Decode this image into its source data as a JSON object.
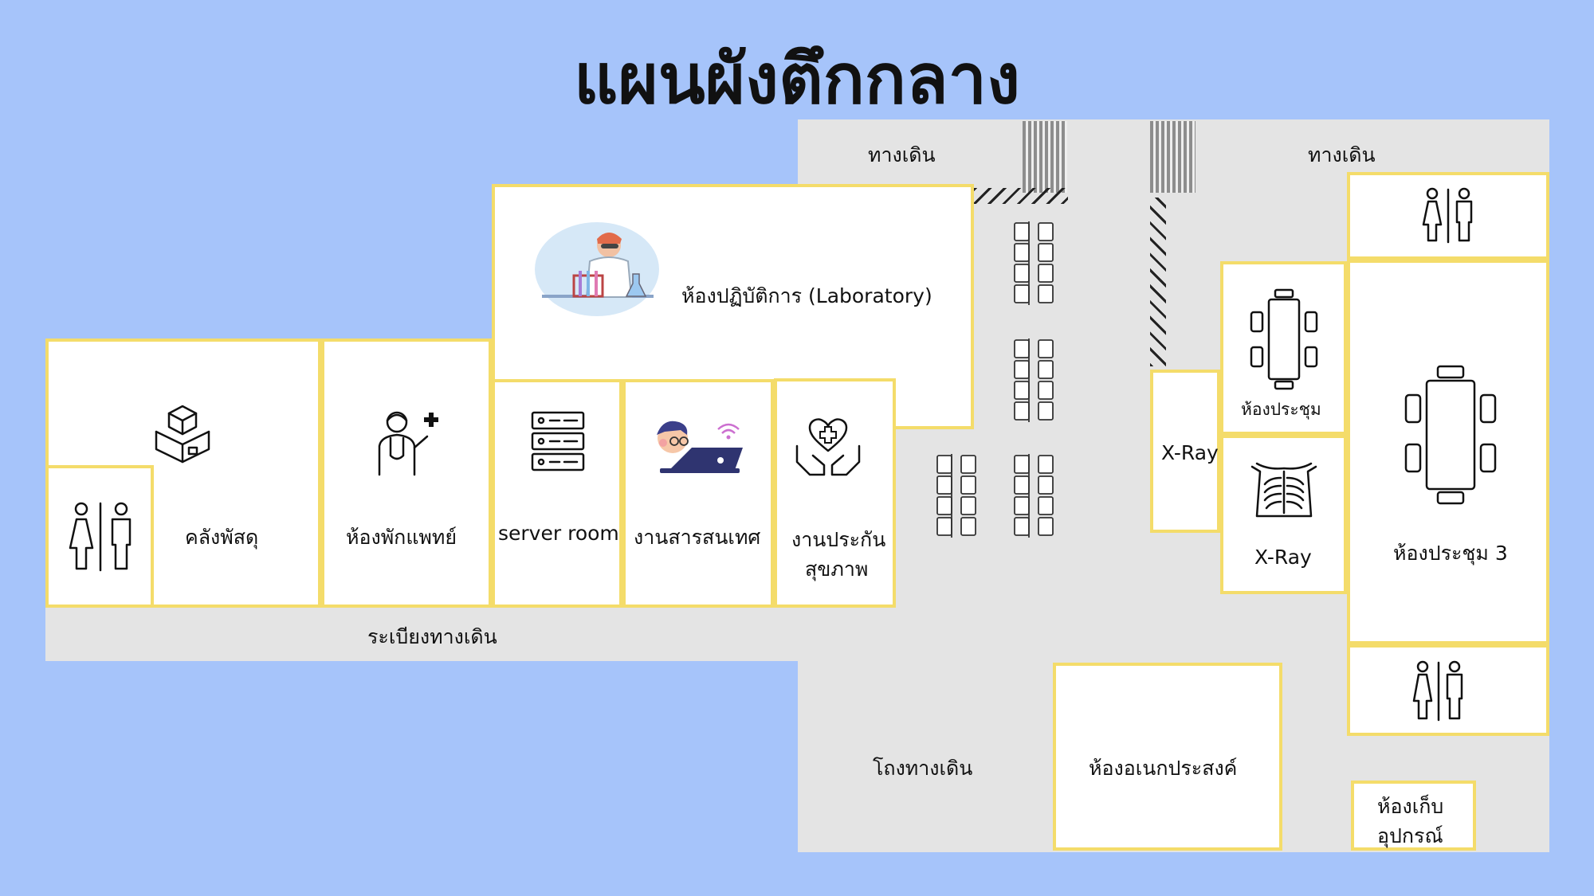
{
  "title": "แผนผังตึกกลาง",
  "walkway_top_left": "ทางเดิน",
  "walkway_top_right": "ทางเดิน",
  "corridor": "ระเบียงทางเดิน",
  "lobby": "โถงทางเดิน",
  "rooms": {
    "laboratory": "ห้องปฏิบัติการ (Laboratory)",
    "storage": "คลังพัสดุ",
    "doctor_lounge": "ห้องพักแพทย์",
    "server_room": "server room",
    "it": "งานสารสนเทศ",
    "insurance_1": "งานประกัน",
    "insurance_2": "สุขภาพ",
    "xray_small": "X-Ray",
    "meeting": "ห้องประชุม",
    "xray": "X-Ray",
    "meeting3": "ห้องประชุม 3",
    "multipurpose": "ห้องอเนกประสงค์",
    "equipment_1": "ห้องเก็บ",
    "equipment_2": "อุปกรณ์"
  },
  "colors": {
    "background": "#a6c4fa",
    "floor": "#e4e4e4",
    "room_fill": "#ffffff",
    "room_border": "#f4dc6a"
  },
  "icons": [
    "box-icon",
    "doctor-icon",
    "server-icon",
    "it-worker-icon",
    "health-insurance-icon",
    "scientist-icon",
    "restroom-icon",
    "meeting-table-icon",
    "xray-icon",
    "seat-row-icon",
    "staircase-icon"
  ]
}
